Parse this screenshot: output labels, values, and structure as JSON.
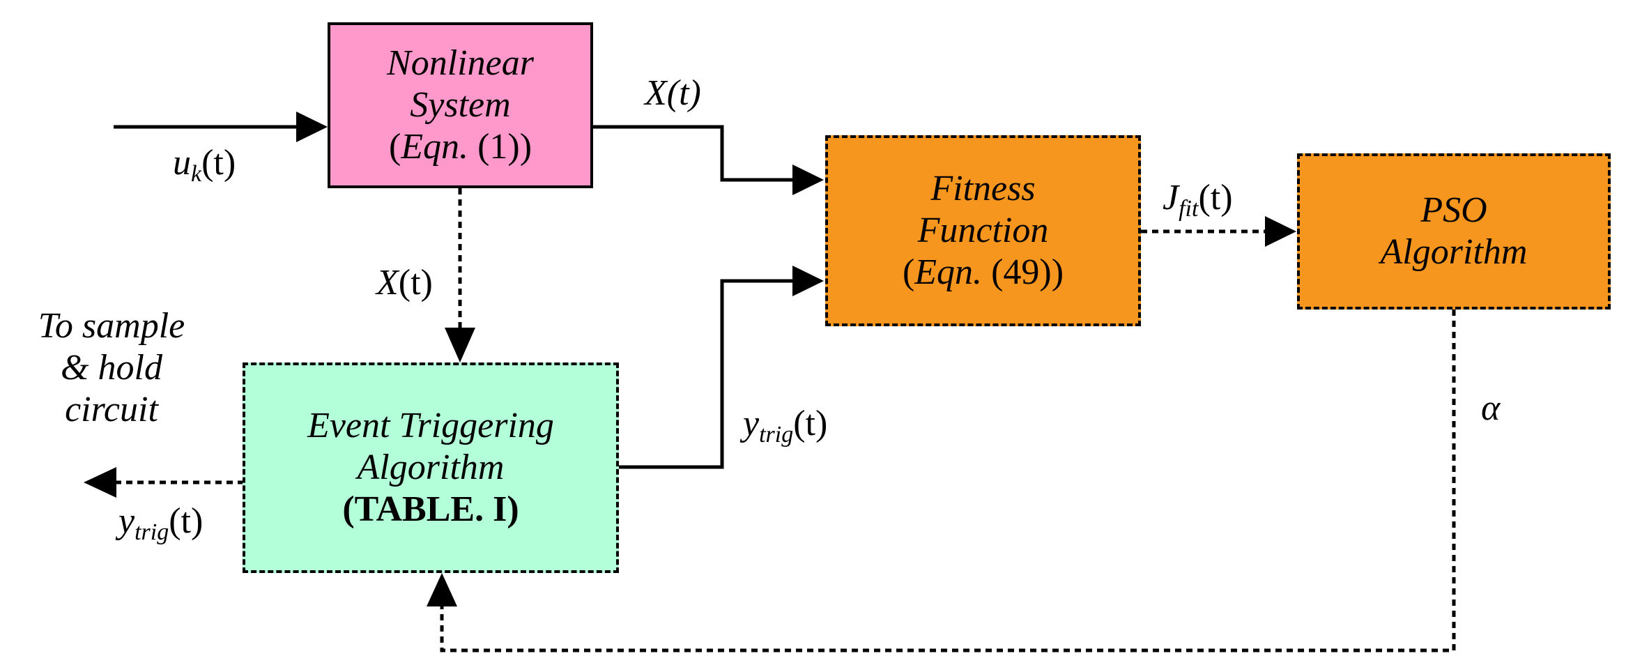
{
  "blocks": {
    "nonlinear": {
      "line1": "Nonlinear",
      "line2": "System",
      "eqn_word": "Eqn.",
      "eqn_num": "(1)",
      "color": "#ff99cc"
    },
    "fitness": {
      "line1": "Fitness",
      "line2": "Function",
      "eqn_word": "Eqn.",
      "eqn_num": "(49)",
      "color": "#f7961e"
    },
    "pso": {
      "line1": "PSO",
      "line2": "Algorithm",
      "color": "#f7961e"
    },
    "event": {
      "line1": "Event Triggering",
      "line2": "Algorithm",
      "line3": "(TABLE. I)",
      "color": "#b3ffd9"
    }
  },
  "labels": {
    "input": {
      "var": "u",
      "sub": "k",
      "arg": "(t)"
    },
    "x_top": "X(t)",
    "x_down": {
      "var": "X",
      "arg": "(t)"
    },
    "ytrig_right": {
      "var": "y",
      "sub": "trig",
      "arg": "(t)"
    },
    "ytrig_left": {
      "var": "y",
      "sub": "trig",
      "arg": "(t)"
    },
    "jfit": {
      "var": "J",
      "sub": "fit",
      "arg": "(t)"
    },
    "alpha": "α",
    "output_note": {
      "line1": "To sample",
      "line2": "& hold",
      "line3": "circuit"
    }
  }
}
